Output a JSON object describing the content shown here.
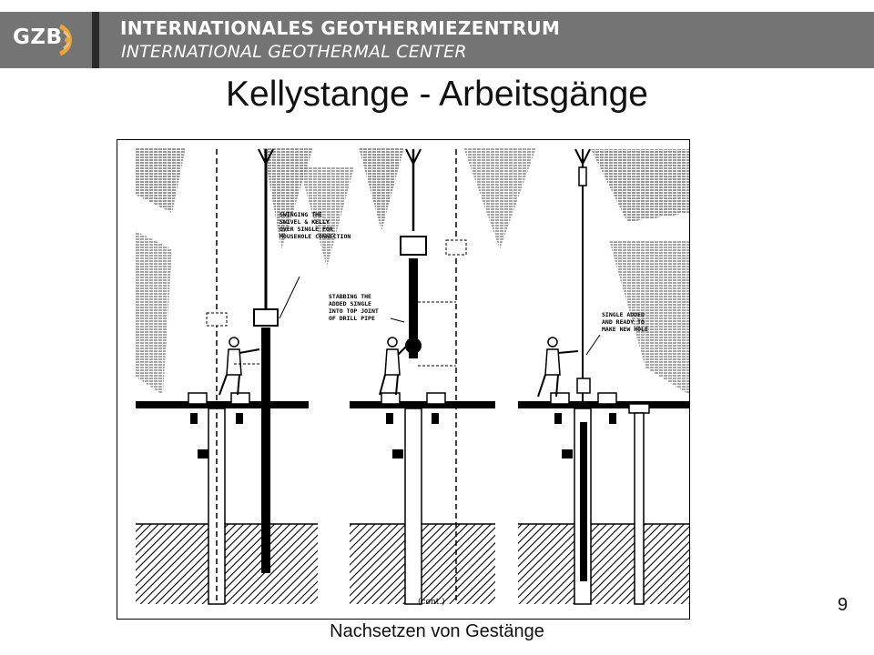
{
  "header": {
    "logo_text": "GZB",
    "title_de": "INTERNATIONALES GEOTHERMIEZENTRUM",
    "title_en": "INTERNATIONAL GEOTHERMAL CENTER",
    "accent_color": "#e8a33b"
  },
  "slide": {
    "title": "Kellystange - Arbeitsgänge",
    "caption": "Nachsetzen von Gestänge",
    "page_number": "9"
  },
  "figure": {
    "annotations": {
      "panel1_line1": "SWINGING THE",
      "panel1_line2": "SWIVEL & KELLY",
      "panel1_line3": "OVER SINGLE FOR",
      "panel1_line4": "MOUSEHOLE CONNECTION",
      "panel2_line1": "STABBING THE",
      "panel2_line2": "ADDED SINGLE",
      "panel2_line3": "INTO TOP JOINT",
      "panel2_line4": "OF DRILL PIPE",
      "panel3_line1": "SINGLE ADDED",
      "panel3_line2": "AND READY TO",
      "panel3_line3": "MAKE NEW HOLE"
    },
    "continued_label": "(cont.)"
  }
}
